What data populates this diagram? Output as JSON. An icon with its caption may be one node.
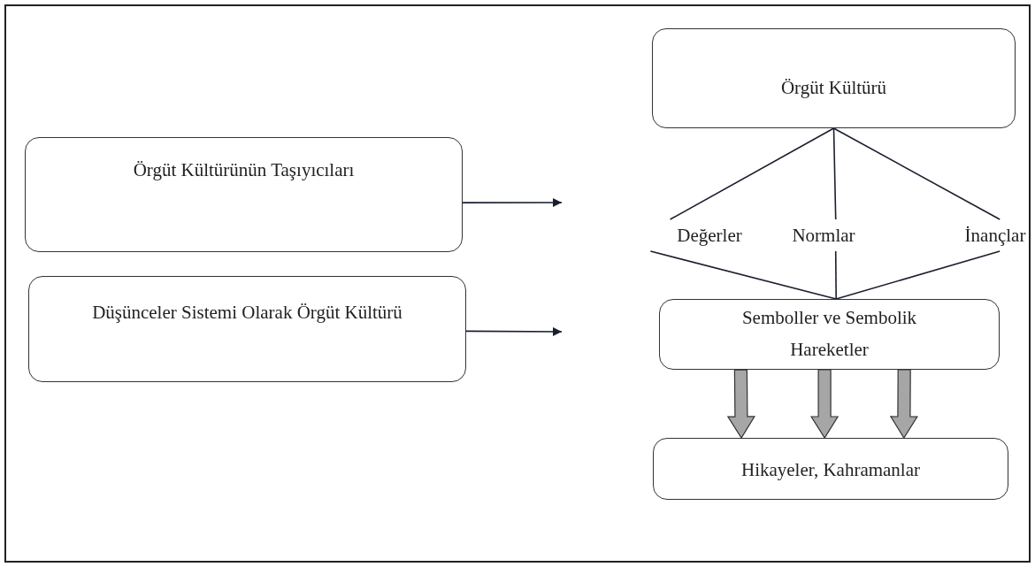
{
  "diagram": {
    "nodes": [
      {
        "text": [
          "Örgüt Kültürünün Taşıyıcıları"
        ]
      },
      {
        "text": [
          "Düşünceler Sistemi Olarak Örgüt Kültürü"
        ]
      },
      {
        "text": [
          "Örgüt Kültürü"
        ]
      },
      {
        "text": [
          "Değerler"
        ]
      },
      {
        "text": [
          "Normlar"
        ]
      },
      {
        "text": [
          "İnançlar"
        ]
      },
      {
        "text": [
          "Semboller ve Sembolik Hareketler"
        ]
      },
      {
        "text": [
          "Hikayeler, Kahramanlar"
        ]
      }
    ],
    "edges": [
      {
        "from": 0,
        "to": null,
        "arrow": "to"
      },
      {
        "from": 1,
        "to": null,
        "arrow": "to"
      },
      {
        "from": 2,
        "to": 3,
        "arrow": "none"
      },
      {
        "from": 2,
        "to": 4,
        "arrow": "none"
      },
      {
        "from": 2,
        "to": 5,
        "arrow": "none"
      },
      {
        "from": 3,
        "to": 6,
        "arrow": "none"
      },
      {
        "from": 4,
        "to": 6,
        "arrow": "none"
      },
      {
        "from": 5,
        "to": 6,
        "arrow": "none"
      },
      {
        "from": 6,
        "to": 7,
        "arrow": "to",
        "style": "thick",
        "color": "#a6a6a6"
      },
      {
        "from": 6,
        "to": 7,
        "arrow": "to",
        "style": "thick",
        "color": "#a6a6a6"
      },
      {
        "from": 6,
        "to": 7,
        "arrow": "to",
        "style": "thick",
        "color": "#a6a6a6"
      }
    ]
  }
}
